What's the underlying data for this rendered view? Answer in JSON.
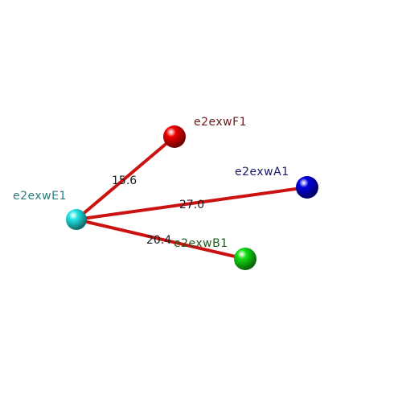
{
  "diagram": {
    "edge_color": "#cc1111",
    "nodes": [
      {
        "id": "e2exwE1",
        "label": "e2exwE1",
        "color": "#22e6e6",
        "label_color": "#2a7a7a"
      },
      {
        "id": "e2exwF1",
        "label": "e2exwF1",
        "color": "#ee0000",
        "label_color": "#6b1a1a"
      },
      {
        "id": "e2exwA1",
        "label": "e2exwA1",
        "color": "#0000dd",
        "label_color": "#1a1a66"
      },
      {
        "id": "e2exwB1",
        "label": "e2exwB1",
        "color": "#11dd11",
        "label_color": "#1f5a1f"
      }
    ],
    "edges": [
      {
        "from": "e2exwE1",
        "to": "e2exwF1",
        "label": "15.6"
      },
      {
        "from": "e2exwE1",
        "to": "e2exwA1",
        "label": "27.0"
      },
      {
        "from": "e2exwE1",
        "to": "e2exwB1",
        "label": "20.4"
      }
    ]
  }
}
